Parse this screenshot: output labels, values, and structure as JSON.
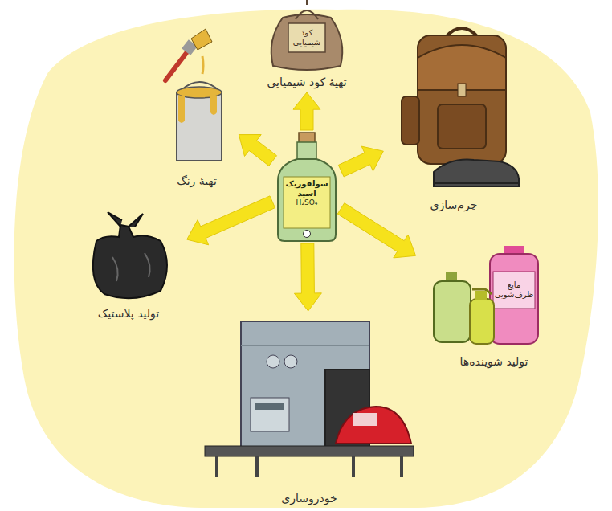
{
  "diagram": {
    "nodes": [
      {
        "text": [
          "تهیهٔ کود شیمیایی"
        ]
      },
      {
        "text": [
          "تهیهٔ رنگ"
        ]
      },
      {
        "text": [
          "چرم‌سازی"
        ]
      },
      {
        "text": [
          "سولفوریک اسید",
          "H₂SO₄"
        ]
      },
      {
        "text": [
          "تولید پلاستیک"
        ]
      },
      {
        "text": [
          "تولید شوینده‌ها"
        ]
      },
      {
        "text": [
          "خودروسازی"
        ]
      }
    ],
    "edges": [
      {
        "from": 3,
        "to": 0,
        "arrow": "to"
      },
      {
        "from": 3,
        "to": 1,
        "arrow": "to"
      },
      {
        "from": 3,
        "to": 2,
        "arrow": "to"
      },
      {
        "from": 3,
        "to": 4,
        "arrow": "to"
      },
      {
        "from": 3,
        "to": 5,
        "arrow": "to"
      },
      {
        "from": 3,
        "to": 6,
        "arrow": "to"
      }
    ],
    "labels": [
      "کود شیمیایی",
      "مایع ظرف‌شویی"
    ]
  }
}
